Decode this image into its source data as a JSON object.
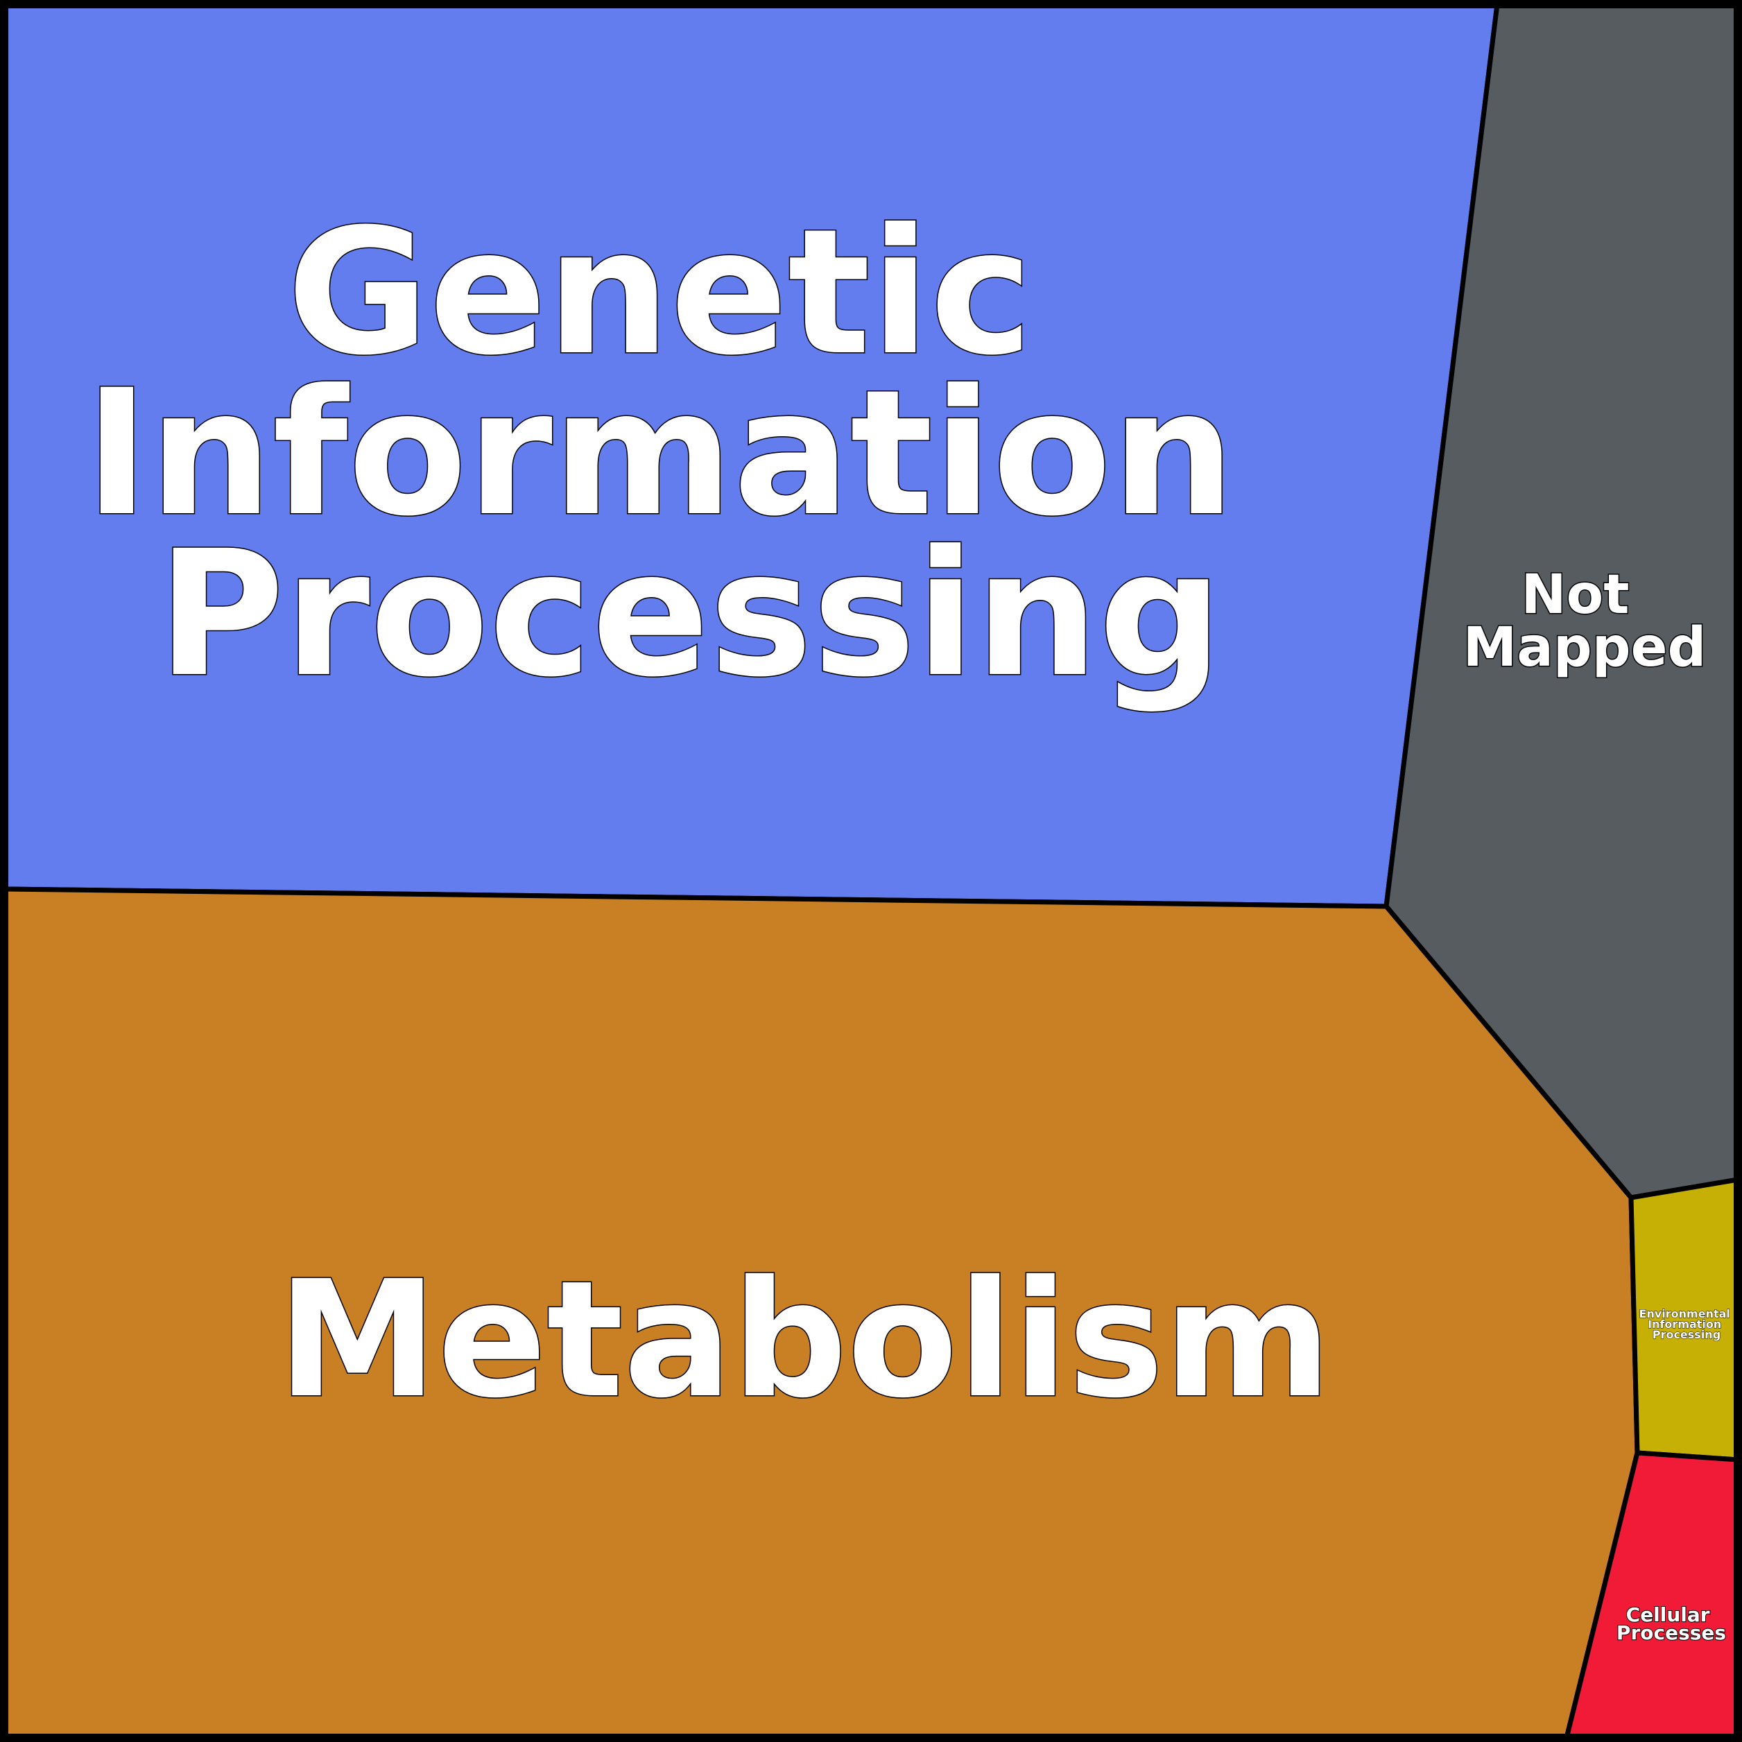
{
  "treemap": {
    "cells": [
      {
        "id": "genetic",
        "label_lines": [
          "Genetic",
          "Information",
          "Processing"
        ],
        "color": "#637dee"
      },
      {
        "id": "not_mapped",
        "label_lines": [
          "Not",
          "Mapped"
        ],
        "color": "#575c61"
      },
      {
        "id": "metabolism",
        "label_lines": [
          "Metabolism"
        ],
        "color": "#c98024"
      },
      {
        "id": "environmental",
        "label_lines": [
          "Environmental",
          "Information",
          "Processing"
        ],
        "color": "#c7b006"
      },
      {
        "id": "cellular",
        "label_lines": [
          "Cellular",
          "Processes"
        ],
        "color": "#f21b37"
      }
    ]
  }
}
